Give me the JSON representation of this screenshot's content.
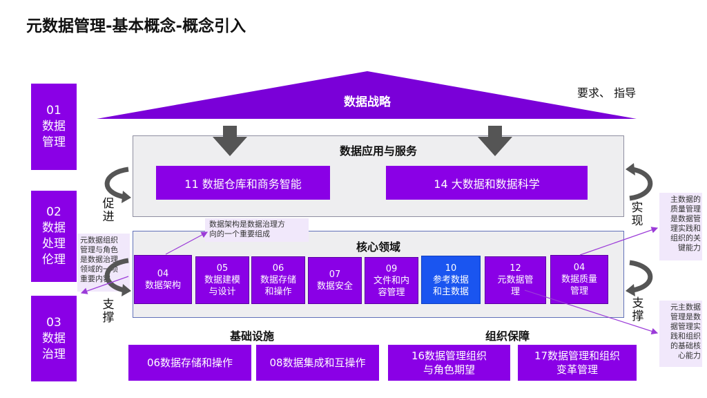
{
  "title": "元数据管理-基本概念-概念引入",
  "left_boxes": [
    "01\n数据\n管理",
    "02\n数据\n处理\n伦理",
    "03\n数据\n治理"
  ],
  "strategy": "数据战略",
  "requirement": "要求、 指导",
  "app_panel": {
    "title": "数据应用与服务",
    "items": [
      "11  数据仓库和商务智能",
      "14 大数据和数据科学"
    ]
  },
  "core_panel": {
    "title": "核心领域",
    "items": [
      "04\n数据架构",
      "05\n数据建模\n与设计",
      "06\n数据存储\n和操作",
      "07\n数据安全",
      "09\n文件和内\n容管理",
      "10\n参考数据\n和主数据",
      "12\n元数据管\n理",
      "04\n数据质量\n管理"
    ]
  },
  "side_labels": {
    "promote": "促\n进",
    "support_left": "支\n撑",
    "realize": "实\n现",
    "support_right": "支\n撑"
  },
  "notes": {
    "architecture": "数据架构是数据治理方\n向的一个重要组成",
    "ethics": "元数据组织\n管理与角色\n是数据治理\n领域的一项\n重要内容",
    "master": "主数据的\n质量管理\n是数据管\n理实践和\n组织的关\n键能力",
    "metadata": "元主数据\n管理是数\n据管理实\n践和组织\n的基础核\n心能力"
  },
  "bottom": {
    "infra_title": "基础设施",
    "org_title": "组织保障",
    "items": [
      "06数据存储和操作",
      "08数据集成和互操作",
      "16数据管理组织\n与角色期望",
      "17数据管理和组织\n变革管理"
    ]
  },
  "colors": {
    "accent": "#8a00e6",
    "highlight": "#1a55f0",
    "roof": "#7a00d8",
    "panel": "#eeeef0"
  }
}
